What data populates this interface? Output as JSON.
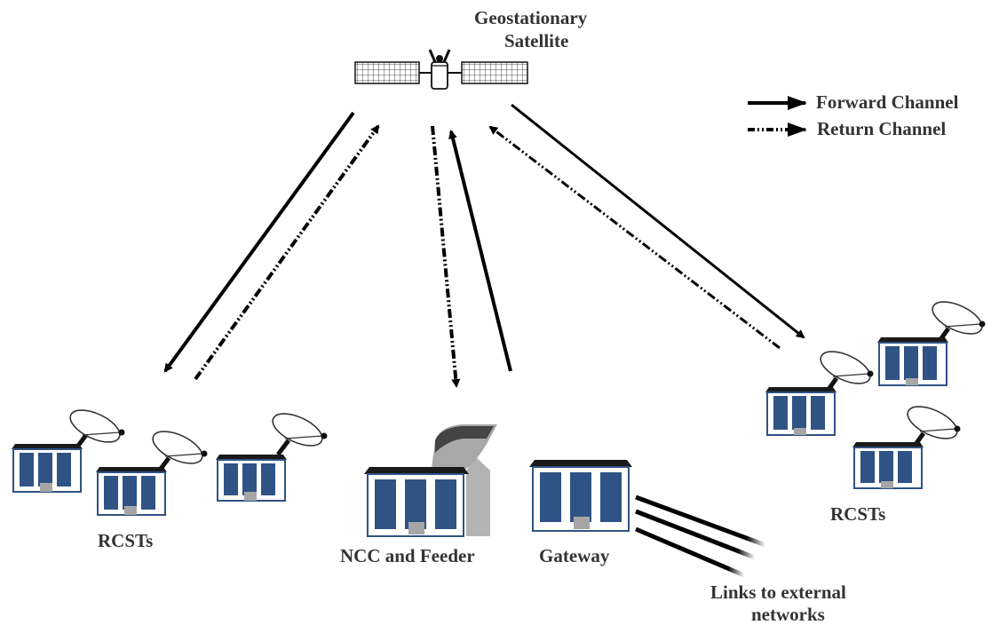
{
  "satellite": {
    "label_line1": "Geostationary",
    "label_line2": "Satellite"
  },
  "legend": {
    "forward": "Forward Channel",
    "return": "Return Channel"
  },
  "groups": {
    "left_terminals": "RCSTs",
    "right_terminals": "RCSTs",
    "ncc": "NCC and Feeder",
    "gateway": "Gateway",
    "external_line1": "Links to external",
    "external_line2": "networks"
  },
  "colors": {
    "building_blue": "#2f5384",
    "building_roof": "#1a1a1a",
    "door_gray": "#a6a6a6",
    "dish_gray": "#555555",
    "line": "#000000",
    "text": "#333333"
  }
}
